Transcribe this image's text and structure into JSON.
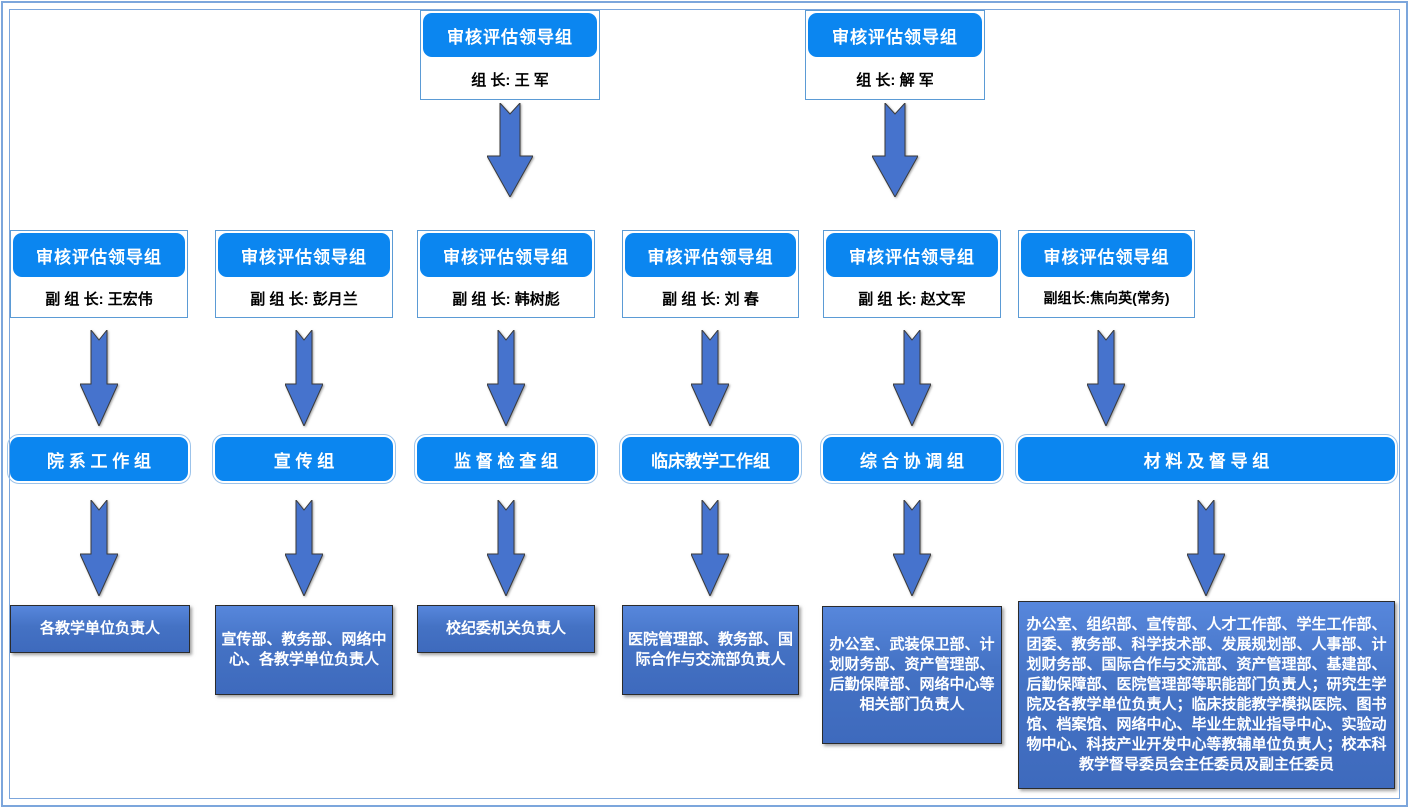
{
  "diagram": {
    "top_leaders": [
      {
        "title": "审核评估领导组",
        "role": "组 长: 王  军"
      },
      {
        "title": "审核评估领导组",
        "role": "组 长: 解  军"
      }
    ],
    "deputy_leaders": [
      {
        "title": "审核评估领导组",
        "role": "副 组 长: 王宏伟"
      },
      {
        "title": "审核评估领导组",
        "role": "副 组 长: 彭月兰"
      },
      {
        "title": "审核评估领导组",
        "role": "副 组 长: 韩树彪"
      },
      {
        "title": "审核评估领导组",
        "role": "副 组 长: 刘 春"
      },
      {
        "title": "审核评估领导组",
        "role": "副 组 长: 赵文军"
      },
      {
        "title": "审核评估领导组",
        "role": "副组长:焦向英(常务)"
      }
    ],
    "work_groups": [
      "院 系 工 作 组",
      "宣 传 组",
      "监 督 检 查 组",
      "临床教学工作组",
      "综 合 协 调 组",
      "材 料 及 督 导 组"
    ],
    "members": [
      "各教学单位负责人",
      "宣传部、教务部、网络中心、各教学单位负责人",
      "校纪委机关负责人",
      "医院管理部、教务部、国际合作与交流部负责人",
      "办公室、武装保卫部、计划财务部、资产管理部、后勤保障部、网络中心等相关部门负责人",
      "办公室、组织部、宣传部、人才工作部、学生工作部、团委、教务部、科学技术部、发展规划部、人事部、计划财务部、国际合作与交流部、资产管理部、基建部、后勤保障部、医院管理部等职能部门负责人；研究生学院及各教学单位负责人；临床技能教学模拟医院、图书馆、档案馆、网络中心、毕业生就业指导中心、实验动物中心、科技产业开发中心等教辅单位负责人；校本科教学督导委员会主任委员及副主任委员"
    ],
    "colors": {
      "azure": "#0b86f0",
      "royal": "#4472c4",
      "frame": "#7ca6dc"
    }
  }
}
